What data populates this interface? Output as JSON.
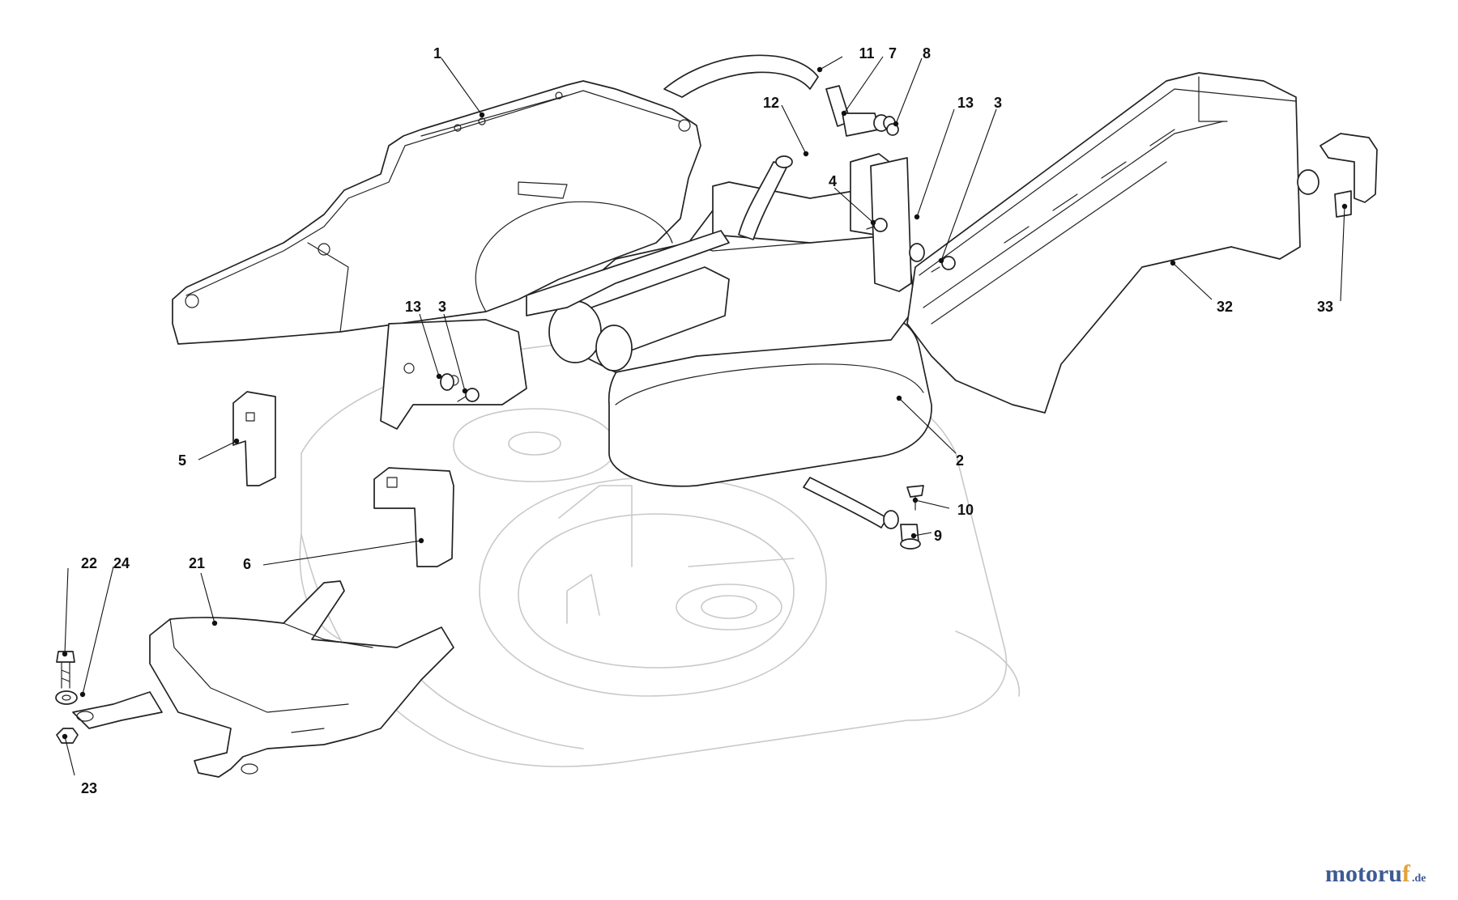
{
  "callouts": [
    "1",
    "2",
    "3",
    "4",
    "5",
    "6",
    "7",
    "8",
    "9",
    "10",
    "11",
    "12",
    "13",
    "21",
    "22",
    "23",
    "24",
    "32",
    "33"
  ],
  "watermark": {
    "main": "motoru",
    "accent": "f",
    "tld": ".de"
  },
  "colors": {
    "line": "#222222",
    "ghost": "#c9c9c9",
    "brand_blue": "#3c5a94",
    "brand_orange": "#e2a23a"
  }
}
